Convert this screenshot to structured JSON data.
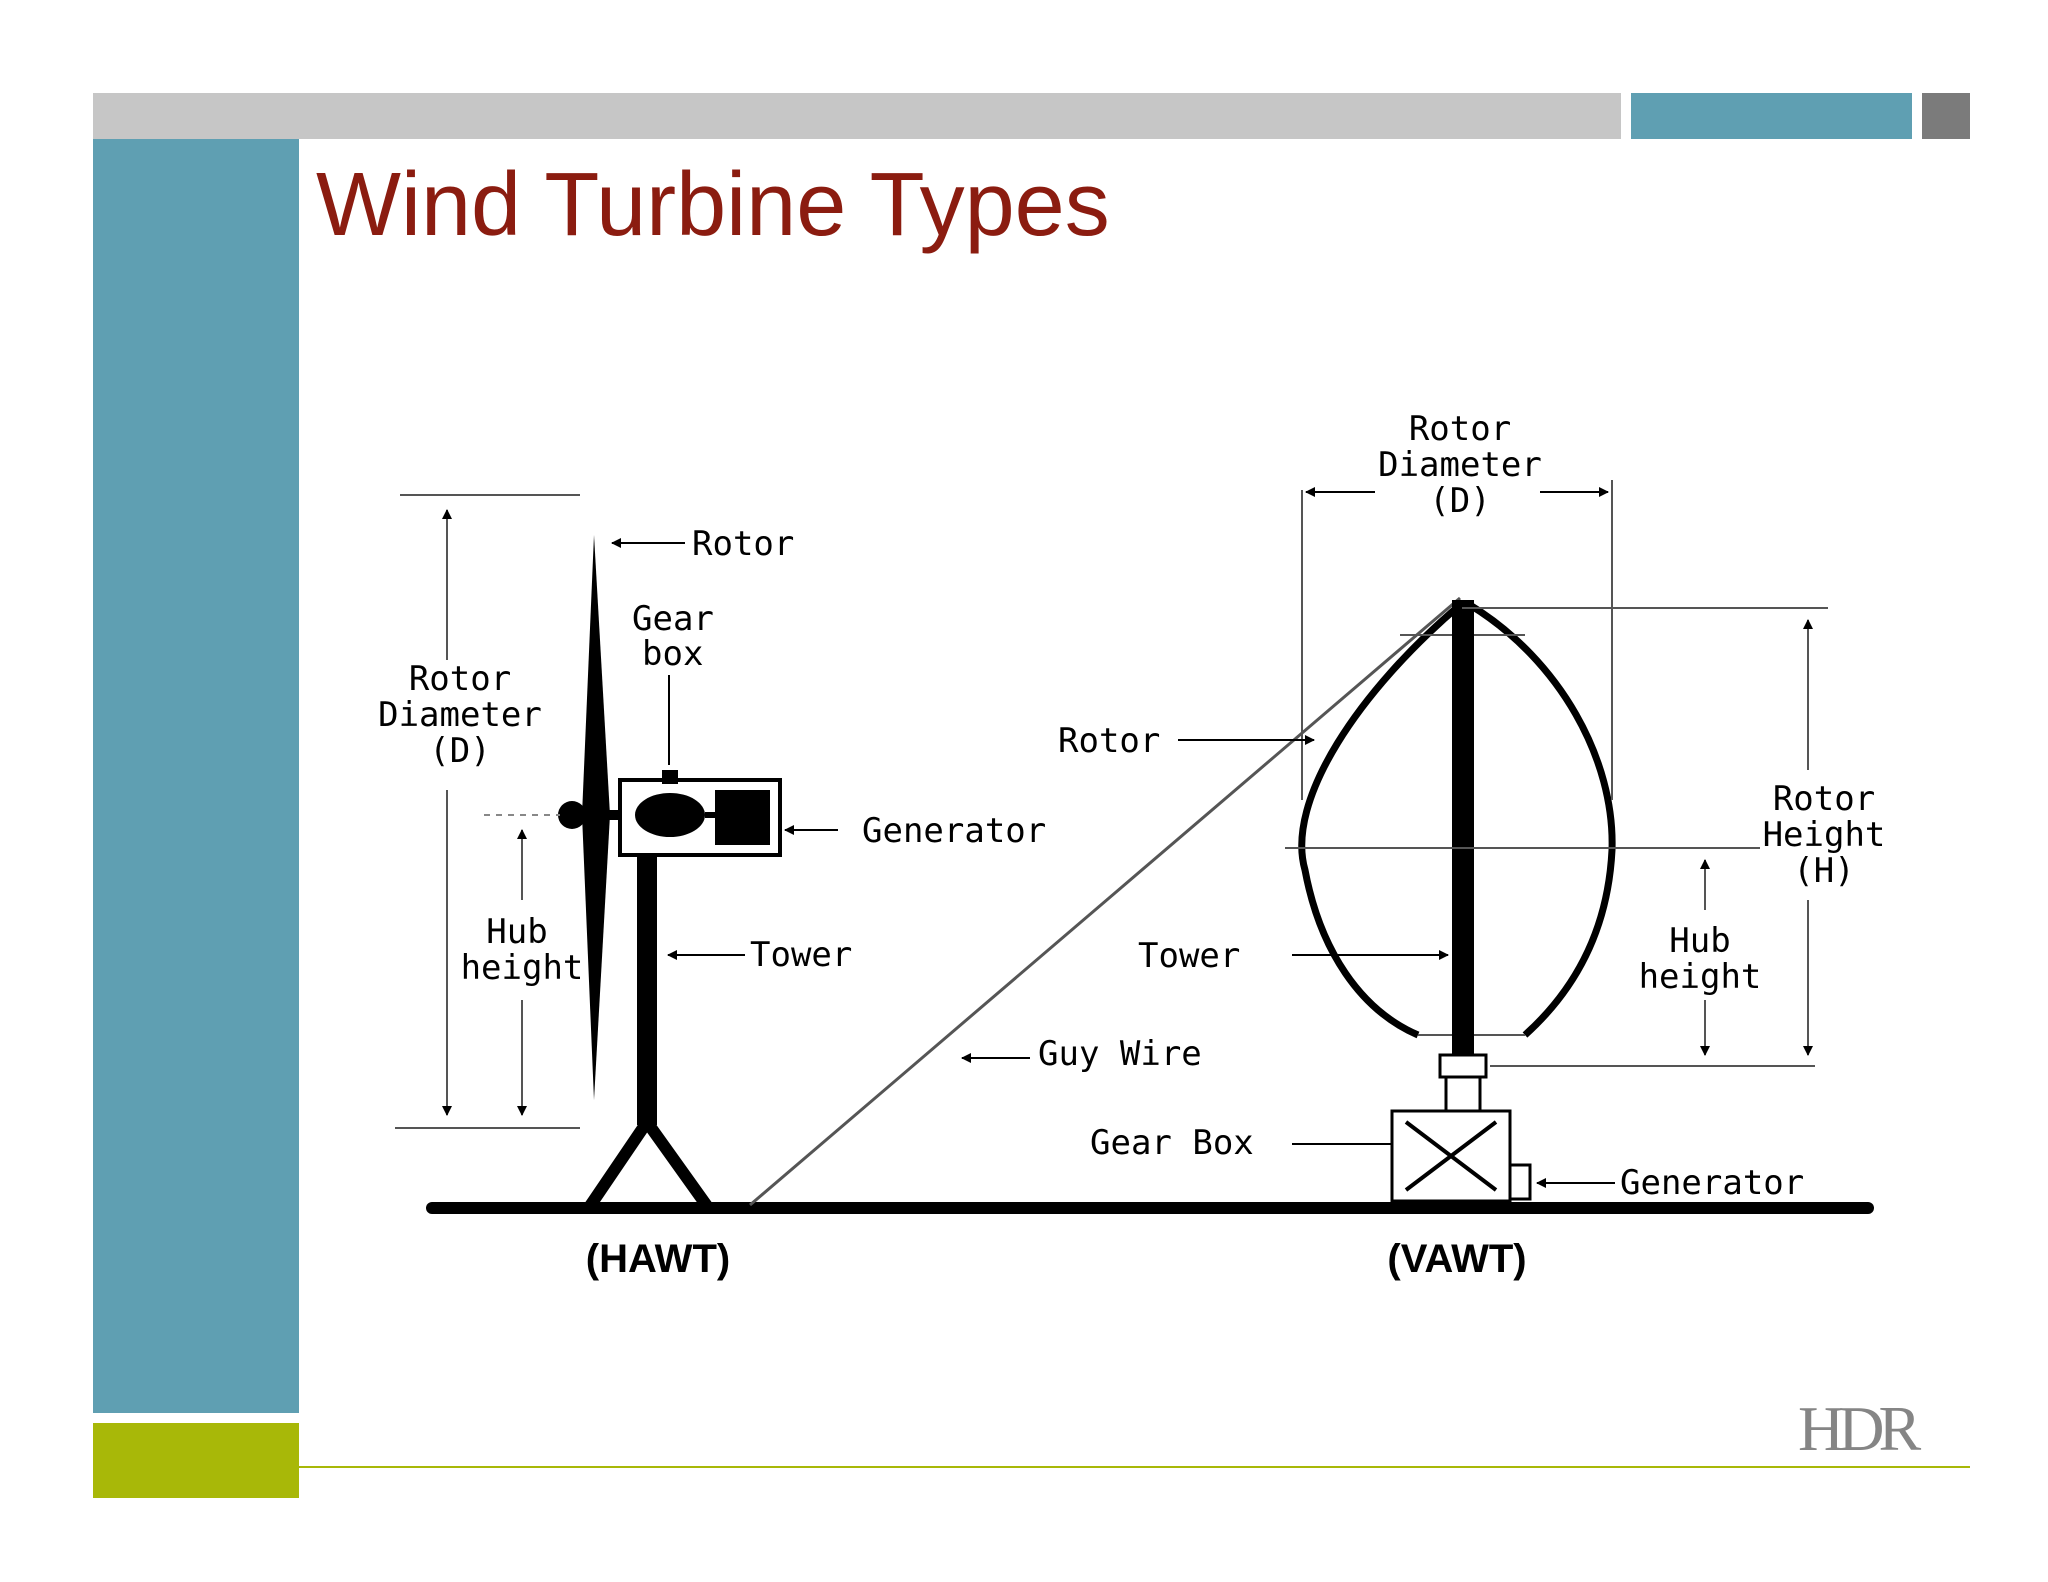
{
  "slide": {
    "title": "Wind Turbine Types",
    "logo": "HDR"
  },
  "hawt": {
    "caption": "(HAWT)",
    "labels": {
      "rotor": "Rotor",
      "gearbox_line1": "Gear",
      "gearbox_line2": "box",
      "generator": "Generator",
      "tower": "Tower",
      "rotor_diameter_line1": "Rotor",
      "rotor_diameter_line2": "Diameter",
      "rotor_diameter_line3": "(D)",
      "hub_height_line1": "Hub",
      "hub_height_line2": "height"
    }
  },
  "vawt": {
    "caption": "(VAWT)",
    "labels": {
      "rotor_diameter_line1": "Rotor",
      "rotor_diameter_line2": "Diameter",
      "rotor_diameter_line3": "(D)",
      "rotor": "Rotor",
      "tower": "Tower",
      "guy_wire": "Guy Wire",
      "gear_box": "Gear Box",
      "generator": "Generator",
      "rotor_height_line1": "Rotor",
      "rotor_height_line2": "Height",
      "rotor_height_line3": "(H)",
      "hub_height_line1": "Hub",
      "hub_height_line2": "height"
    }
  },
  "colors": {
    "title": "#8b1c10",
    "accent_teal": "#5f9fb2",
    "accent_green": "#a8b808",
    "bar_gray": "#c6c6c6"
  }
}
